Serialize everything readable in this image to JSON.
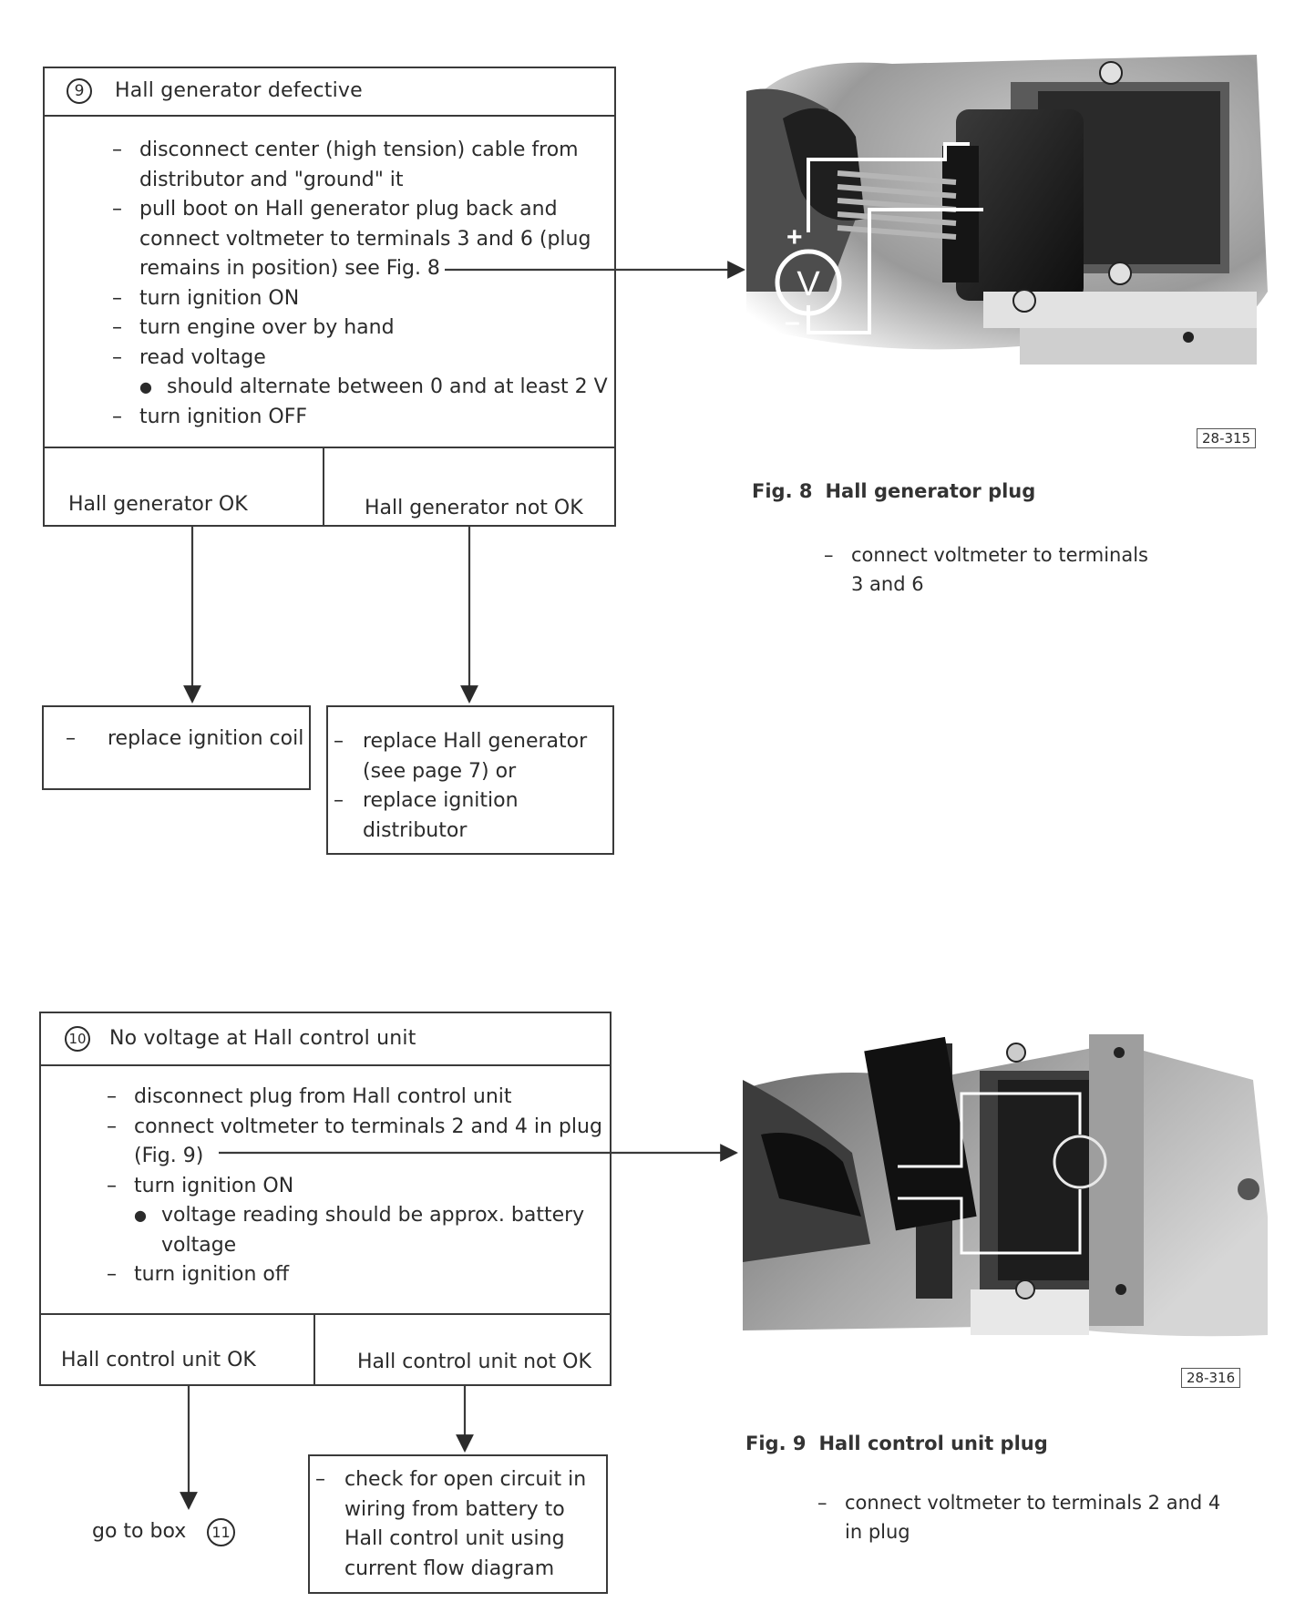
{
  "box9": {
    "number": "9",
    "title": "Hall generator defective",
    "steps": [
      {
        "type": "dash",
        "lines": [
          "disconnect center (high tension) cable from",
          "distributor and \"ground\" it"
        ]
      },
      {
        "type": "dash",
        "lines": [
          "pull boot on Hall generator plug back and",
          "connect voltmeter to terminals 3 and 6 (plug",
          "remains in position) see Fig. 8"
        ]
      },
      {
        "type": "dash",
        "lines": [
          "turn ignition ON"
        ]
      },
      {
        "type": "dash",
        "lines": [
          "turn engine over by hand"
        ]
      },
      {
        "type": "dash",
        "lines": [
          "read voltage"
        ]
      },
      {
        "type": "bullet",
        "lines": [
          "should alternate between 0 and at least 2 V"
        ]
      },
      {
        "type": "dash",
        "lines": [
          "turn ignition OFF"
        ]
      }
    ],
    "ok_label": "Hall generator OK",
    "not_ok_label": "Hall generator not OK",
    "ok_result": [
      "replace ignition coil"
    ],
    "not_ok_result": [
      "replace Hall generator",
      "(see page 7) or",
      "replace ignition",
      "distributor"
    ]
  },
  "fig8": {
    "tag": "28-315",
    "number": "Fig. 8",
    "caption": "Hall generator plug",
    "note": [
      "connect voltmeter to terminals",
      "3 and 6"
    ],
    "voltmeter_symbol": "V",
    "plus": "+",
    "minus": "–"
  },
  "box10": {
    "number": "10",
    "title": "No voltage at Hall control unit",
    "steps": [
      {
        "type": "dash",
        "lines": [
          "disconnect plug from Hall control unit"
        ]
      },
      {
        "type": "dash",
        "lines": [
          "connect voltmeter to terminals 2 and 4 in plug",
          "(Fig. 9)"
        ]
      },
      {
        "type": "dash",
        "lines": [
          "turn ignition ON"
        ]
      },
      {
        "type": "bullet",
        "lines": [
          "voltage reading should be approx. battery",
          "voltage"
        ]
      },
      {
        "type": "dash",
        "lines": [
          "turn ignition off"
        ]
      }
    ],
    "ok_label": "Hall control unit OK",
    "not_ok_label": "Hall control unit not OK",
    "goto_text": "go to box",
    "goto_number": "11",
    "not_ok_result": [
      "check for open circuit in",
      "wiring from battery to",
      "Hall control unit using",
      "current flow diagram"
    ]
  },
  "fig9": {
    "tag": "28-316",
    "number": "Fig. 9",
    "caption": "Hall control unit plug",
    "note": [
      "connect voltmeter to terminals 2 and 4",
      "in plug"
    ]
  },
  "colors": {
    "ink": "#2b2b2b",
    "box_border": "#3a3a3a",
    "photo_dark": "#1c1c1c",
    "photo_mid": "#8a8a8a",
    "photo_light": "#d8d8d8"
  },
  "icons": [
    "voltmeter-icon",
    "arrow-down-icon",
    "arrow-right-icon"
  ]
}
